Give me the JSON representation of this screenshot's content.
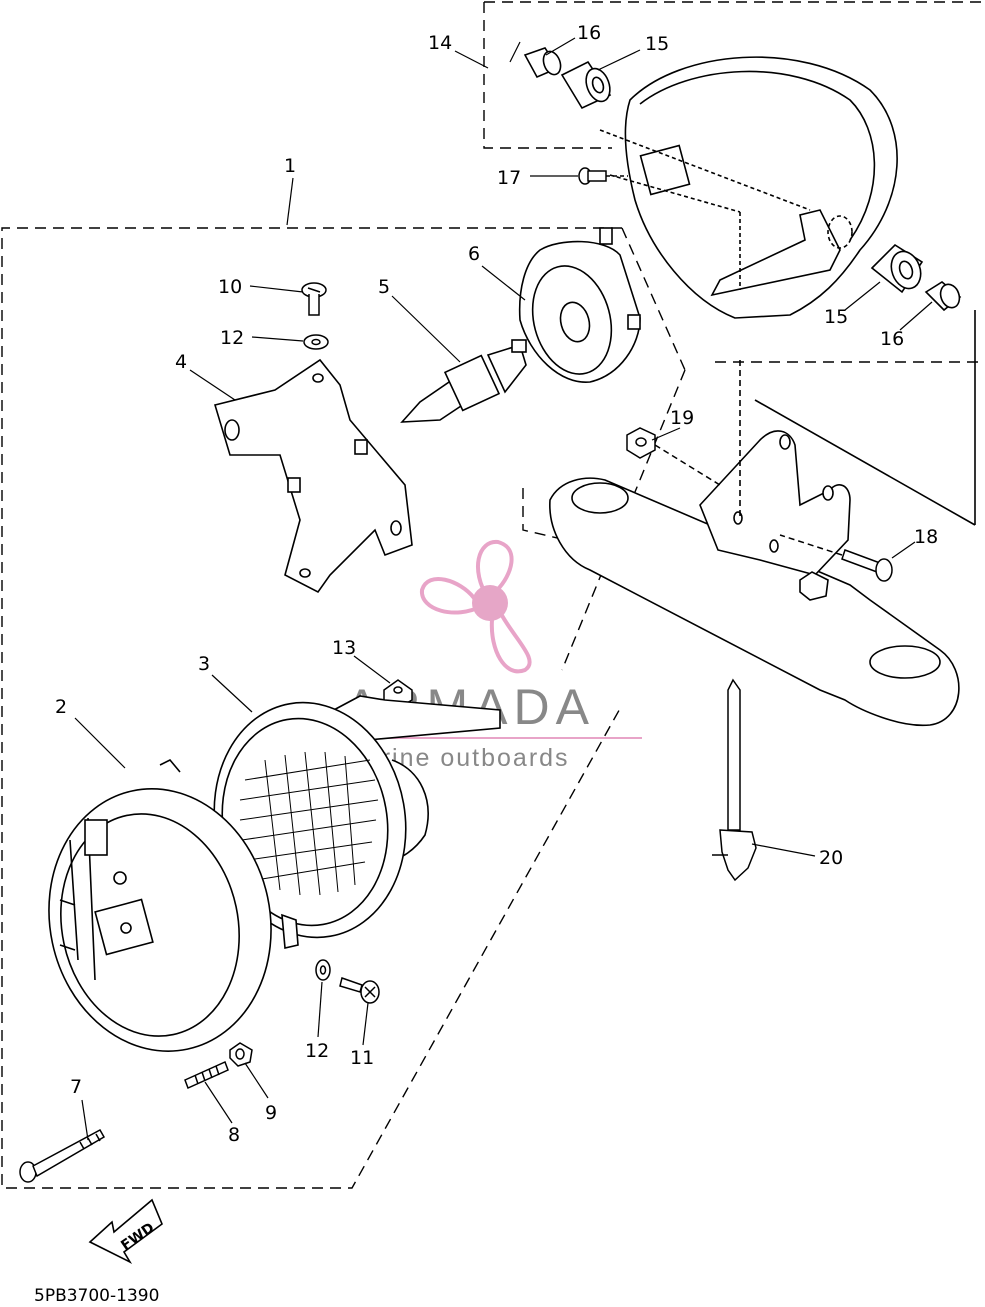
{
  "diagram": {
    "callouts": {
      "c1": "1",
      "c2": "2",
      "c3": "3",
      "c4": "4",
      "c5": "5",
      "c6": "6",
      "c7": "7",
      "c8": "8",
      "c9": "9",
      "c10": "10",
      "c11": "11",
      "c12a": "12",
      "c12b": "12",
      "c13": "13",
      "c14": "14",
      "c15a": "15",
      "c15b": "15",
      "c16a": "16",
      "c16b": "16",
      "c17": "17",
      "c18": "18",
      "c19": "19",
      "c20": "20"
    },
    "fwd_label": "FWD",
    "diagram_code": "5PB3700-1390"
  },
  "watermark": {
    "title": "ARMADA",
    "subtitle": "marine outboards",
    "icon": "propeller-logo-icon",
    "colors": {
      "propeller": "#e8a4c8",
      "hub": "#d9a0c0",
      "text": "#888888",
      "underline": "#e8a4c8"
    }
  }
}
